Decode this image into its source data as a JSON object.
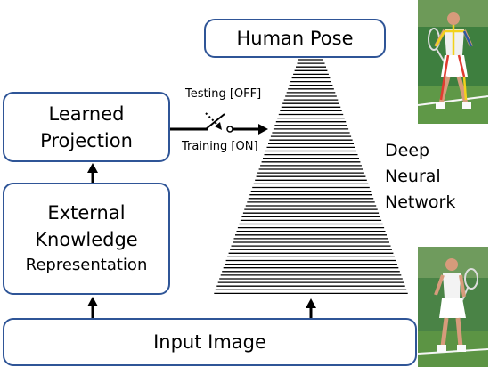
{
  "diagram": {
    "human_pose": "Human Pose",
    "learned_projection": [
      "Learned",
      "Projection"
    ],
    "external_knowledge": [
      "External",
      "Knowledge",
      "Representation"
    ],
    "input_image": "Input Image",
    "switch": {
      "testing": "Testing [OFF]",
      "training": "Training [ON]"
    },
    "network": [
      "Deep",
      "Neural",
      "Network"
    ],
    "colors": {
      "box_border": "#2f5597",
      "arrow": "#000000",
      "limb_red": "#e03c31",
      "limb_yellow": "#f2d21b"
    }
  },
  "photos": [
    {
      "name": "tennis-player-pose-photo",
      "annotated": true
    },
    {
      "name": "tennis-player-input-photo",
      "annotated": false
    }
  ]
}
